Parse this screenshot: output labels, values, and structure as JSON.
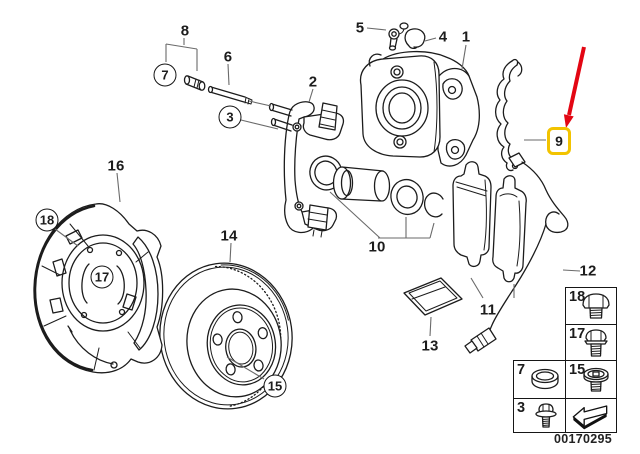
{
  "colors": {
    "ink": "#1c1c1c",
    "leader": "#6a6a6a",
    "highlight": "#f2c300",
    "arrow_red": "#e30613"
  },
  "callouts": {
    "1": {
      "label": "1",
      "part": "brake-caliper",
      "shape": "plain"
    },
    "2": {
      "label": "2",
      "part": "caliper-carrier",
      "shape": "plain"
    },
    "3": {
      "label": "3",
      "part": "guide-bolt",
      "shape": "circled"
    },
    "4": {
      "label": "4",
      "part": "retaining-clip",
      "shape": "plain"
    },
    "5": {
      "label": "5",
      "part": "bleeder-screw",
      "shape": "plain"
    },
    "6": {
      "label": "6",
      "part": "guide-pin",
      "shape": "plain"
    },
    "7": {
      "label": "7",
      "part": "guide-bushing",
      "shape": "circled"
    },
    "8": {
      "label": "8",
      "part": "guide-sleeve-set",
      "shape": "plain"
    },
    "9": {
      "label": "9",
      "part": "anti-rattle-spring",
      "shape": "boxed-highlighted"
    },
    "10": {
      "label": "10",
      "part": "piston-repair-kit",
      "shape": "plain"
    },
    "11": {
      "label": "11",
      "part": "brake-pad-set",
      "shape": "plain"
    },
    "12": {
      "label": "12",
      "part": "wear-sensor",
      "shape": "plain"
    },
    "13": {
      "label": "13",
      "part": "grease-packet",
      "shape": "plain"
    },
    "14": {
      "label": "14",
      "part": "brake-disc",
      "shape": "plain"
    },
    "15": {
      "label": "15",
      "part": "hub-screw",
      "shape": "circled"
    },
    "16": {
      "label": "16",
      "part": "dust-shield",
      "shape": "plain"
    },
    "17": {
      "label": "17",
      "part": "shield-bolt-inner",
      "shape": "circled"
    },
    "18": {
      "label": "18",
      "part": "shield-bolt-outer",
      "shape": "circled"
    }
  },
  "highlighted_callout": "9",
  "legend": {
    "cells": [
      {
        "label": "18",
        "icon": "flange-bolt-icon"
      },
      {
        "label": "17",
        "icon": "hex-bolt-icon"
      },
      {
        "label": "7",
        "icon": "cap-plug-icon"
      },
      {
        "label": "15",
        "icon": "socket-head-screw-icon"
      },
      {
        "label": "3",
        "icon": "hex-flange-bolt-icon"
      },
      {
        "label": "",
        "icon": "direction-arrow-icon"
      }
    ],
    "part_number": "00170295"
  }
}
